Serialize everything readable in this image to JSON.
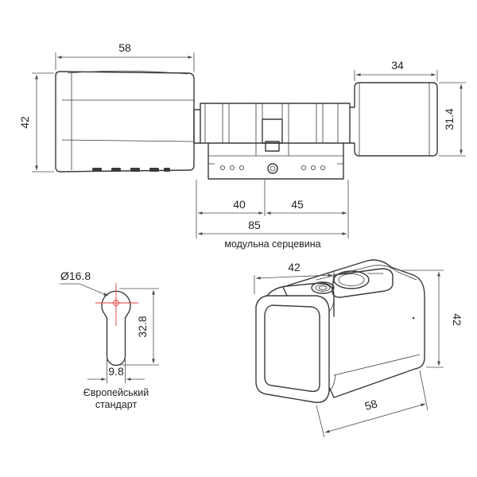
{
  "top_view": {
    "dim_knob_width": "58",
    "dim_knob_height": "42",
    "dim_left_body": "40",
    "dim_right_body": "45",
    "dim_total_length": "85",
    "dim_thumb_width": "34",
    "dim_thumb_height": "31.4",
    "caption": "модульна серцевина"
  },
  "profile_view": {
    "dim_diameter": "Ø16.8",
    "dim_height": "32.8",
    "dim_bottom_width": "9.8",
    "caption_line1": "Європейський",
    "caption_line2": "стандарт"
  },
  "iso_view": {
    "dim_width": "42",
    "dim_height": "42",
    "dim_depth": "58"
  }
}
